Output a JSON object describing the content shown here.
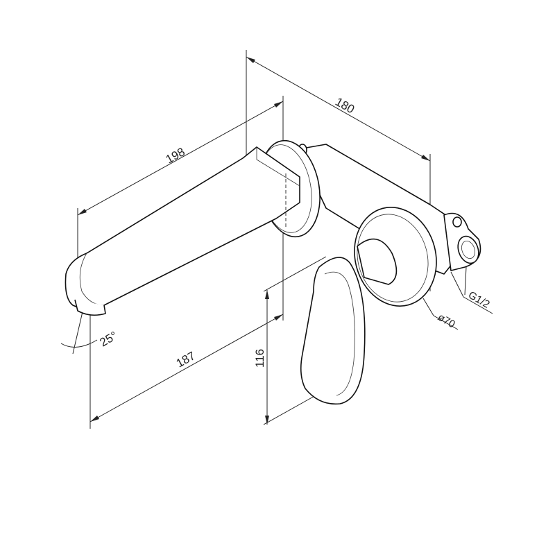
{
  "dimensions": {
    "depth_total": "180",
    "spout_length": "198",
    "spout_projection": "187",
    "height": "116",
    "angle": "25°",
    "escutcheon_diameter": "ø70",
    "thread": "G1/2"
  },
  "colors": {
    "line": "#111111",
    "background": "#ffffff"
  }
}
